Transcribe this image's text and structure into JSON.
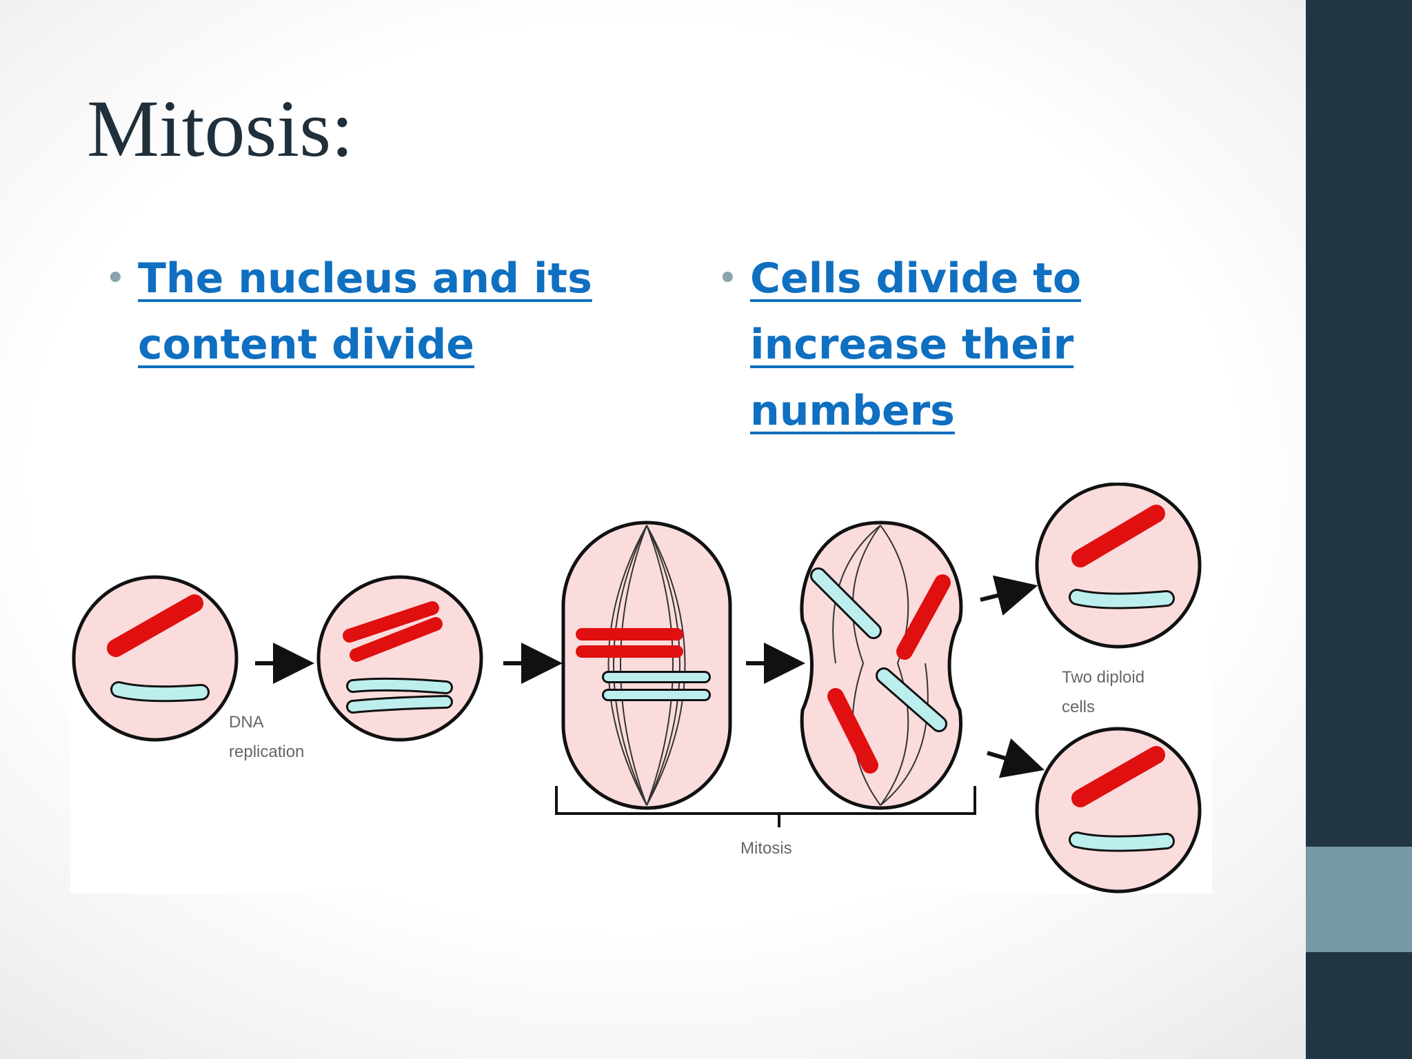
{
  "slide": {
    "title": "Mitosis:",
    "bullets": [
      {
        "text": "The nucleus and its content divide"
      },
      {
        "text": "Cells divide to increase their numbers"
      }
    ]
  },
  "diagram": {
    "labels": {
      "dna_1": "DNA",
      "dna_2": "replication",
      "mitosis": "Mitosis",
      "two_1": "Two diploid",
      "two_2": "cells"
    }
  },
  "colors": {
    "sidebar": "#223542",
    "sidebar_accent": "#7599a6",
    "title": "#1f2f3b",
    "link": "#0f6fc1",
    "cell_fill": "#fbdcdc",
    "chromosome_red": "#e00f10",
    "chromosome_blue": "#bdeeee"
  }
}
